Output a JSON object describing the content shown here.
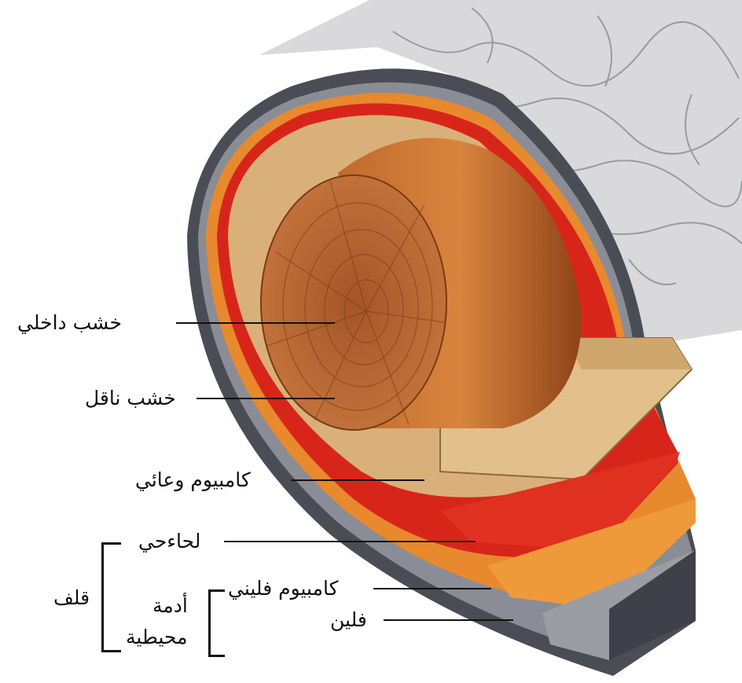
{
  "labels": {
    "heartwood": "خشب داخلي",
    "sapwood": "خشب ناقل",
    "vascular_cambium": "كامبيوم وعائي",
    "living_phloem": "لحاءحي",
    "cork_cambium": "كامبيوم فليني",
    "cork": "فلين",
    "bark": "قلف",
    "periderm_line1": "أدمة",
    "periderm_line2": "محيطية"
  },
  "colors": {
    "bark_surface": "#d9d9dc",
    "outer_rim": "#4a4d55",
    "cork_layer": "#8a8d95",
    "phloem": "#e8892e",
    "cambium": "#d8251a",
    "sapwood": "#d9b07a",
    "heartwood": "#b5622a"
  }
}
